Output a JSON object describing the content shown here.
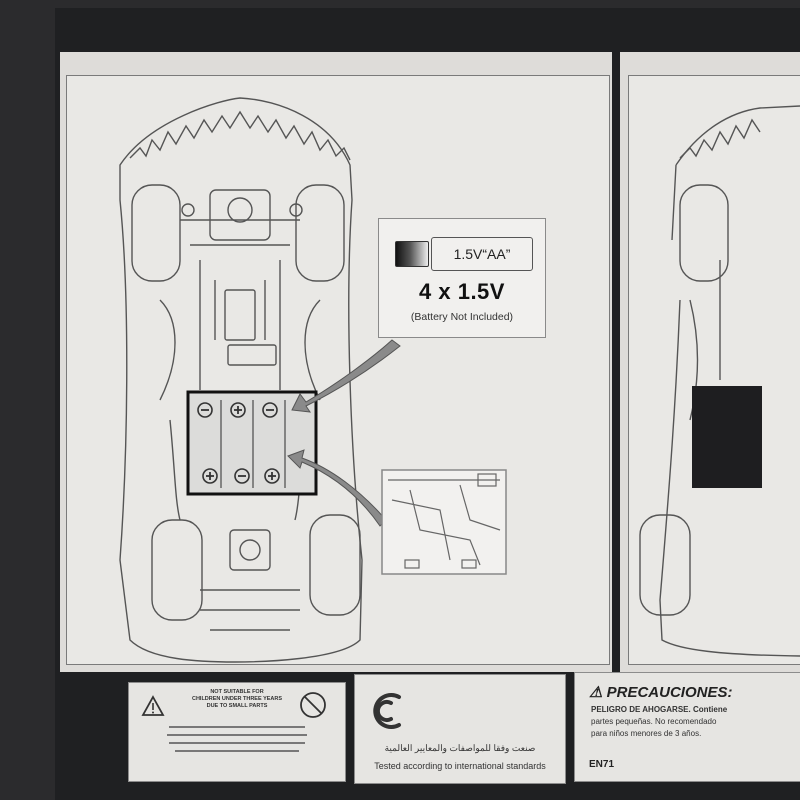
{
  "manual": {
    "battery": {
      "type_label": "1.5V“AA”",
      "count_label": "4 x 1.5V",
      "note": "(Battery Not Included)"
    },
    "warning_panel": {
      "line1": "NOT SUITABLE FOR",
      "line2": "CHILDREN UNDER THREE YEARS",
      "line3": "DUE TO SMALL PARTS"
    },
    "standards_panel": {
      "arabic_text": "صنعت وفقا للمواصفات والمعايير العالمية",
      "english_text": "Tested according to international standards"
    },
    "precautions_panel": {
      "title": "PRECAUCIONES:",
      "line1": "PELIGRO DE AHOGARSE. Contiene",
      "line2": "partes pequeñas. No recomendado",
      "line3": "para niños menores de 3 años.",
      "code": "EN71"
    }
  }
}
